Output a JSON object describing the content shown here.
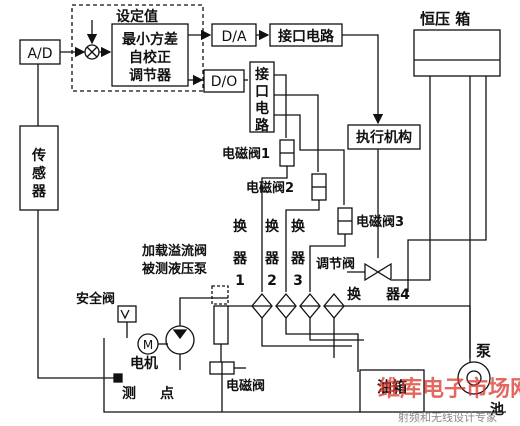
{
  "blocks": {
    "ad": "A/D",
    "setpoint": "设定值",
    "controller_line1": "最小方差",
    "controller_line2": "自校正",
    "controller_line3": "调节器",
    "da": "D/A",
    "interface_top": "接口电路",
    "do": "D/O",
    "interface_vertical": [
      "接",
      "口",
      "电",
      "路"
    ],
    "tank": "恒压  箱",
    "actuator": "执行机构",
    "sensor": [
      "传",
      "感",
      "器"
    ]
  },
  "valves": {
    "sv1": "电磁阀1",
    "sv2": "电磁阀2",
    "sv3": "电磁阀3",
    "regulating": "调节阀",
    "overflow": "加载溢流阀",
    "pump_under_test": "被测液压泵",
    "safety": "安全阀",
    "bottom_sv": "电磁阀"
  },
  "exchangers": {
    "ex_col1": [
      "换",
      "器",
      "1"
    ],
    "ex_col2": [
      "换",
      "器",
      "2"
    ],
    "ex_col3": [
      "换",
      "器",
      "3"
    ],
    "ex4_a": "换",
    "ex4_b": "器4"
  },
  "misc": {
    "motor_symbol": "M",
    "motor": "电机",
    "test_point_a": "测",
    "test_point_b": "点",
    "oil_tank": "油箱",
    "pump": "泵",
    "pool": "池"
  },
  "watermark": {
    "main": "维库电子市场网",
    "sub": "射频和无线设计专家"
  },
  "colors": {
    "ink": "#111111",
    "watermark_red": "#d9362b",
    "watermark_gray": "#8a8a8a"
  }
}
